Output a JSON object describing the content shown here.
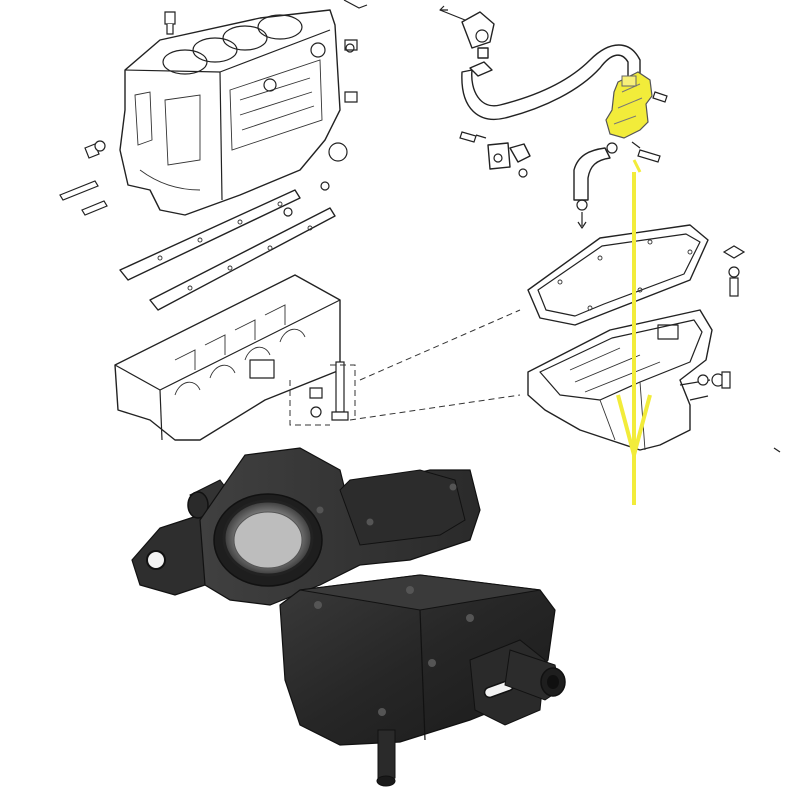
{
  "image": {
    "kind": "exploded-parts-diagram-with-product-photo",
    "highlight_color": "#f2ec3a",
    "part_color": "#2b2b2b",
    "line_color": "#222222",
    "background": "#ffffff"
  },
  "diagram": {
    "components": [
      {
        "name": "engine-cylinder-block",
        "icon": "engine-block-icon"
      },
      {
        "name": "upper-gasket",
        "icon": "gasket-icon"
      },
      {
        "name": "lower-crankcase",
        "icon": "crankcase-icon"
      },
      {
        "name": "breather-valve",
        "icon": "breather-valve-icon",
        "highlighted": true
      },
      {
        "name": "breather-hose",
        "icon": "hose-icon"
      },
      {
        "name": "oil-pan-gasket",
        "icon": "gasket-icon"
      },
      {
        "name": "oil-pan",
        "icon": "oil-pan-icon"
      }
    ],
    "pointer": {
      "from": "breather-valve",
      "to": "product-photo",
      "color": "#f2ec3a"
    }
  },
  "photo": {
    "subject": "crankcase-breather-oil-separator",
    "material_color": "#2b2b2b"
  }
}
